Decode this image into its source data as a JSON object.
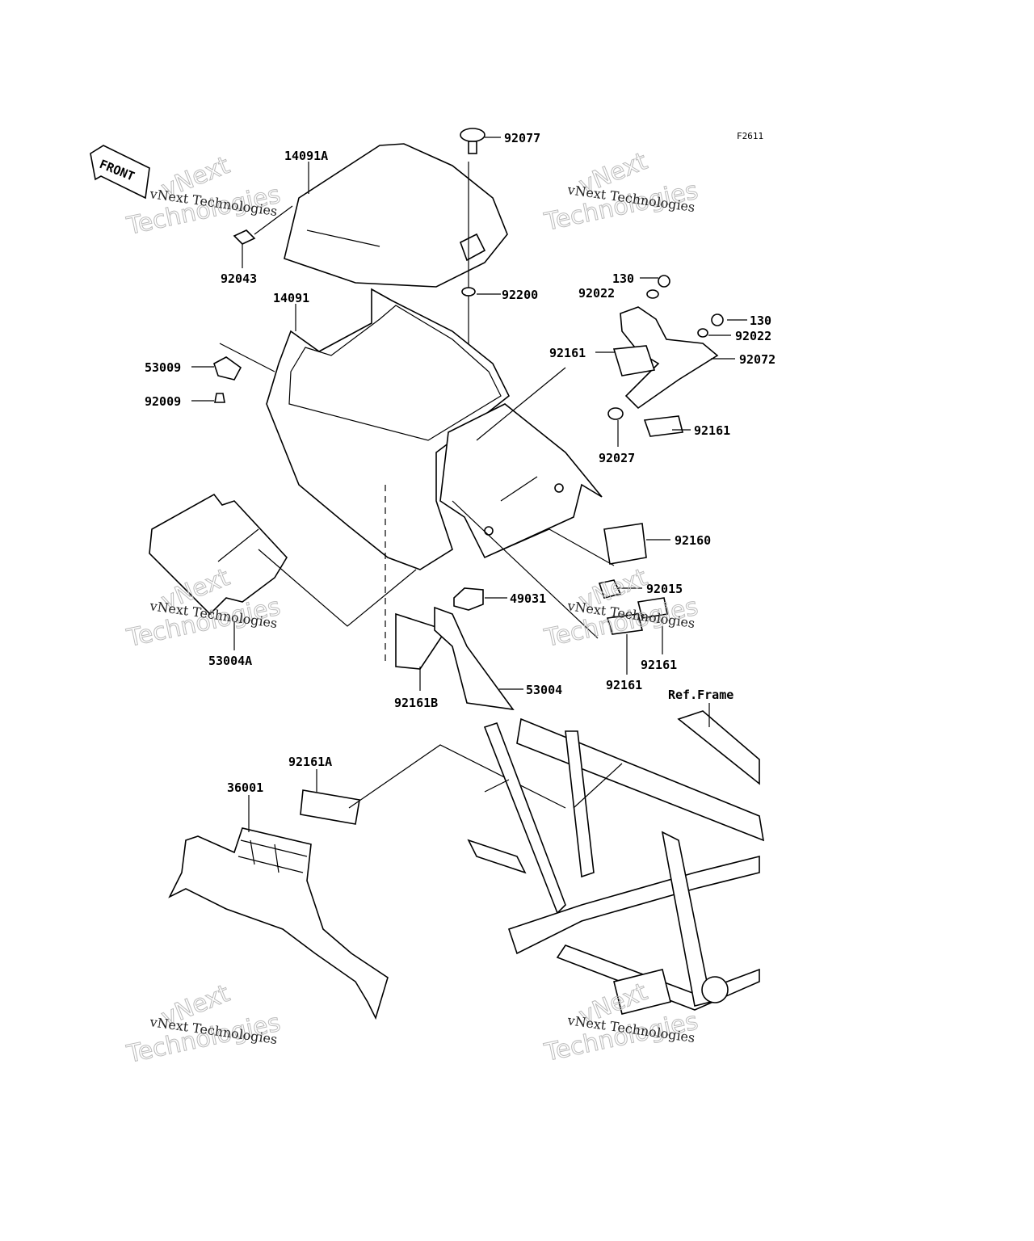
{
  "diagram_id": "F2611",
  "front_label": "FRONT",
  "reference": "Ref.Frame",
  "watermark": {
    "line1": "vNext Technologies",
    "big_top": "vNext",
    "big_bottom": "Technologies"
  },
  "parts": {
    "p92077": "92077",
    "p14091A": "14091A",
    "p92043": "92043",
    "p14091": "14091",
    "p92200": "92200",
    "p130a": "130",
    "p92022a": "92022",
    "p130b": "130",
    "p92022b": "92022",
    "p92072": "92072",
    "p92161a": "92161",
    "p53009": "53009",
    "p92009": "92009",
    "p92161b": "92161",
    "p92027": "92027",
    "p92160": "92160",
    "p92015": "92015",
    "p49031": "49031",
    "p53004A": "53004A",
    "p92161c": "92161",
    "p92161d": "92161",
    "p53004": "53004",
    "p92161B": "92161B",
    "p92161A": "92161A",
    "p36001": "36001"
  }
}
